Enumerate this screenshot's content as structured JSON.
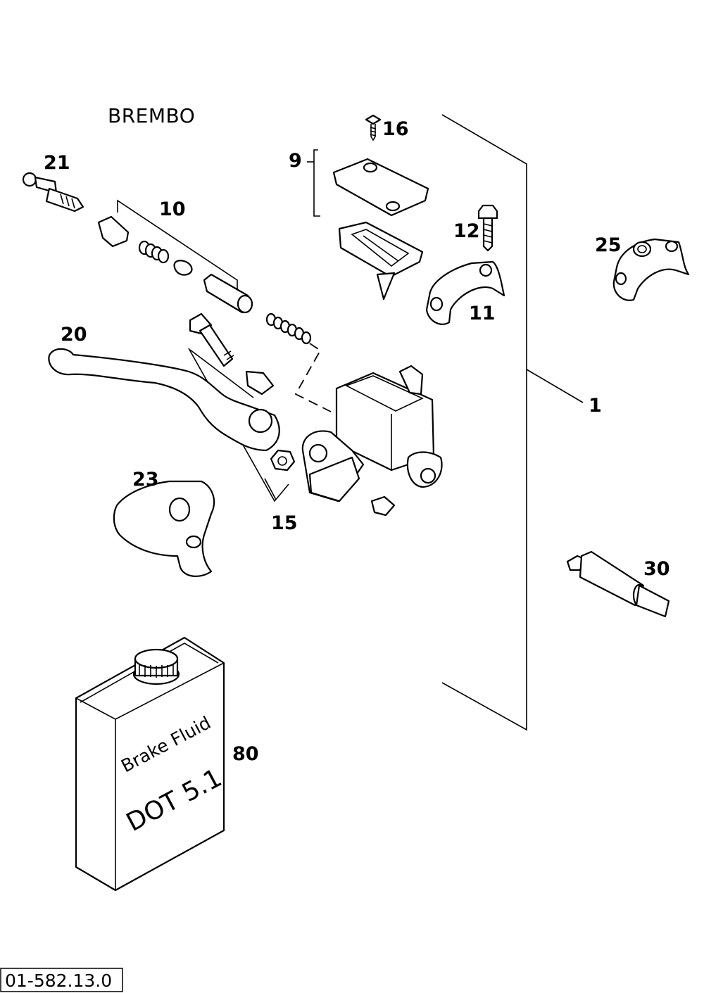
{
  "brand": "BREMBO",
  "reference": "01-582.13.0",
  "can": {
    "line1": "Brake Fluid",
    "line2": "DOT 5.1"
  },
  "labels": {
    "p1": "1",
    "p9": "9",
    "p10": "10",
    "p11": "11",
    "p12": "12",
    "p15": "15",
    "p16": "16",
    "p20": "20",
    "p21": "21",
    "p23": "23",
    "p25": "25",
    "p30": "30",
    "p80": "80"
  }
}
